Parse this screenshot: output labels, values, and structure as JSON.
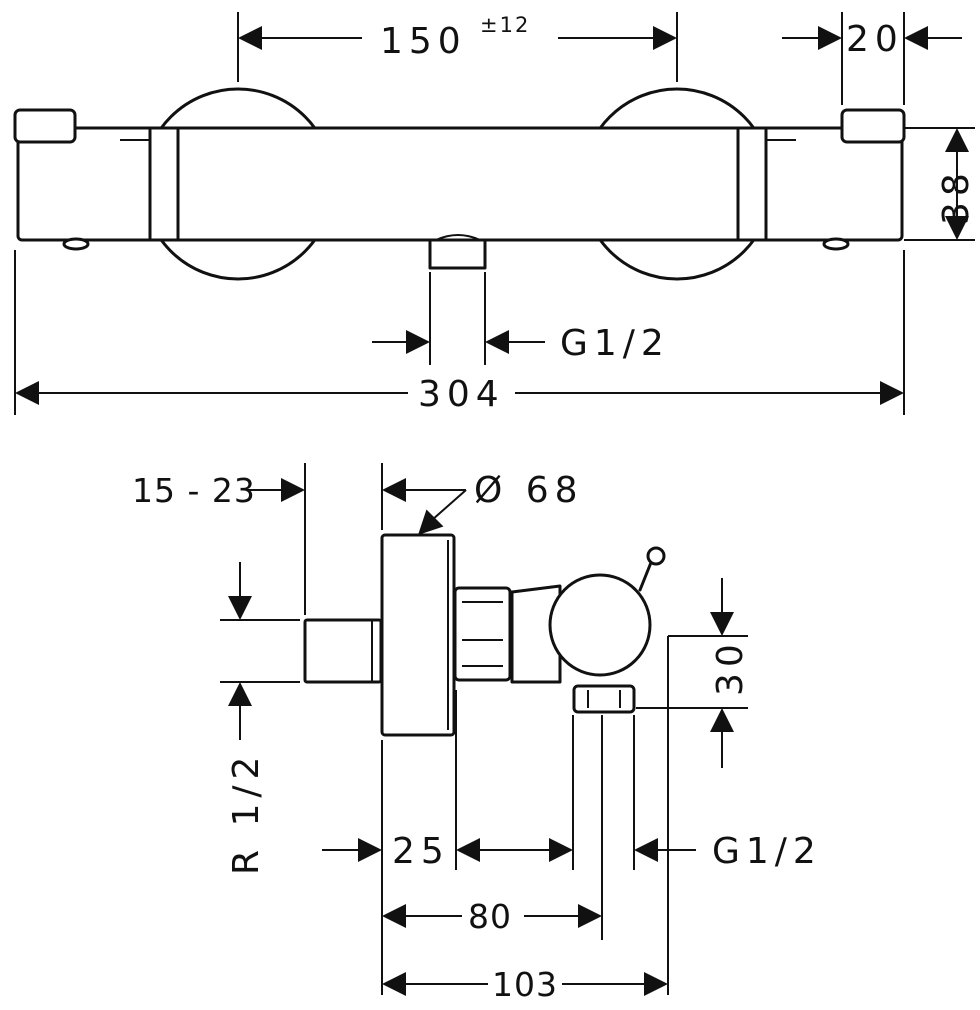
{
  "front_view": {
    "spacing": "150",
    "spacing_tolerance": "±12",
    "end_width": "20",
    "height": "38",
    "outlet_thread": "G1/2",
    "overall_length": "304"
  },
  "side_view": {
    "wall_offset": "15 - 23",
    "rosette_diameter": "Ø 68",
    "inlet_thread": "R 1/2",
    "outlet_drop": "30",
    "body_offset": "25",
    "outlet_distance": "80",
    "outlet_thread": "G1/2",
    "total_depth": "103"
  }
}
